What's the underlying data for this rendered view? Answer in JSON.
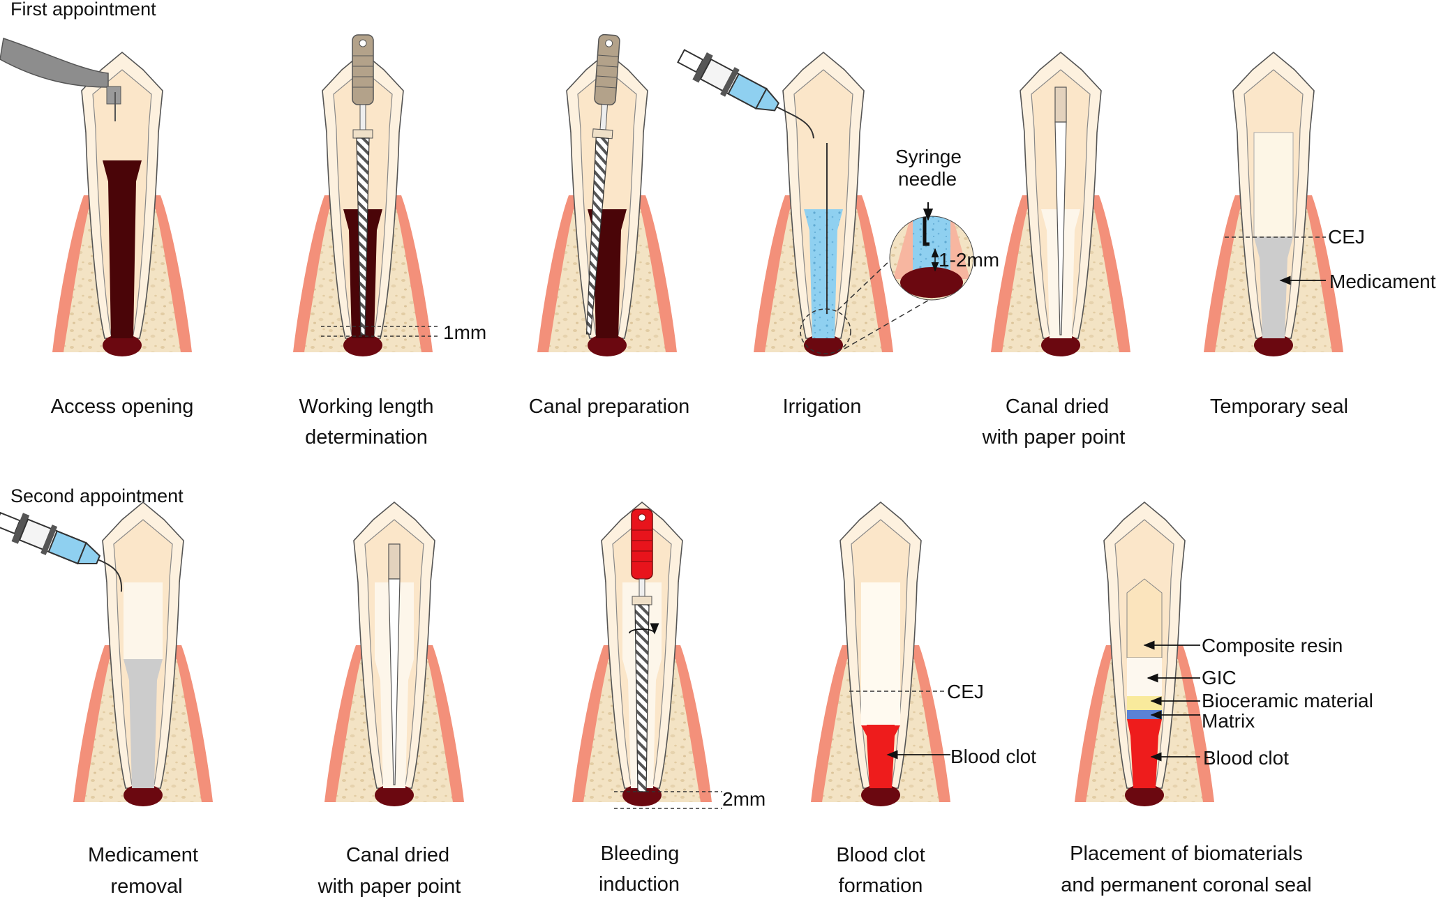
{
  "sections": {
    "first": "First appointment",
    "second": "Second appointment"
  },
  "steps": {
    "s1": [
      "Access opening"
    ],
    "s2": [
      "Working length",
      "determination"
    ],
    "s3": [
      "Canal preparation"
    ],
    "s4": [
      "Irrigation"
    ],
    "s5": [
      "Canal dried",
      "with paper point"
    ],
    "s6": [
      "Temporary seal"
    ],
    "s7": [
      "Medicament",
      "removal"
    ],
    "s8": [
      "Canal dried",
      "with paper point"
    ],
    "s9": [
      "Bleeding",
      "induction"
    ],
    "s10": [
      "Blood clot",
      "formation"
    ],
    "s11": [
      "Placement of biomaterials",
      "and  permanent coronal seal"
    ]
  },
  "annotations": {
    "one_mm": "1mm",
    "syringe_needle": [
      "Syringe",
      "needle"
    ],
    "one_two_mm": "1-2mm",
    "cej": "CEJ",
    "medicament": "Medicament",
    "two_mm": "2mm",
    "blood_clot": "Blood clot",
    "composite_resin": "Composite resin",
    "gic": "GIC",
    "bioceramic": "Bioceramic material",
    "matrix": "Matrix"
  },
  "colors": {
    "gum": "#f3907a",
    "gum_inner": "#f7b6a0",
    "bone": "#f3e3c4",
    "enamel": "#fdf1df",
    "dentin": "#fbe6c9",
    "pulp": "#4a0508",
    "apex": "#6b0810",
    "irrigant": "#8fd0f0",
    "medicament": "#cccccc",
    "blood": "#ee1c1c",
    "composite": "#fbe4bd",
    "bioceramic": "#f9ea9c",
    "matrix": "#5a82d6",
    "file_handle": "#b3a28a",
    "file_handle_red": "#e8141c",
    "paper_point": "#e3d2bd"
  }
}
